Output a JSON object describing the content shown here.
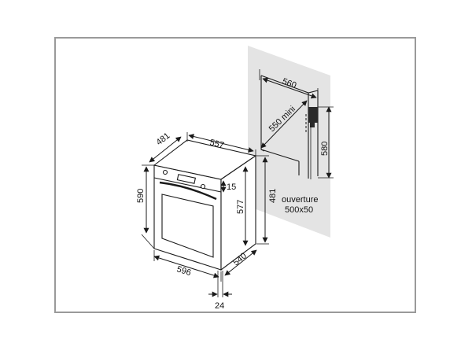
{
  "colors": {
    "frame": "#9a9a9a",
    "line": "#1a1a1a",
    "wall": "#e4e4e4",
    "vent": "#2a2a2a"
  },
  "oven": {
    "width": "596",
    "height": "590",
    "depth": "540",
    "body_depth": "481",
    "top_width": "557",
    "side_depth": "481",
    "front_height": "577",
    "panel": "15",
    "door_thickness": "24"
  },
  "niche": {
    "width": "560",
    "depth": "550 mini",
    "height": "580",
    "opening_label": "ouverture",
    "opening_size": "500x50"
  }
}
